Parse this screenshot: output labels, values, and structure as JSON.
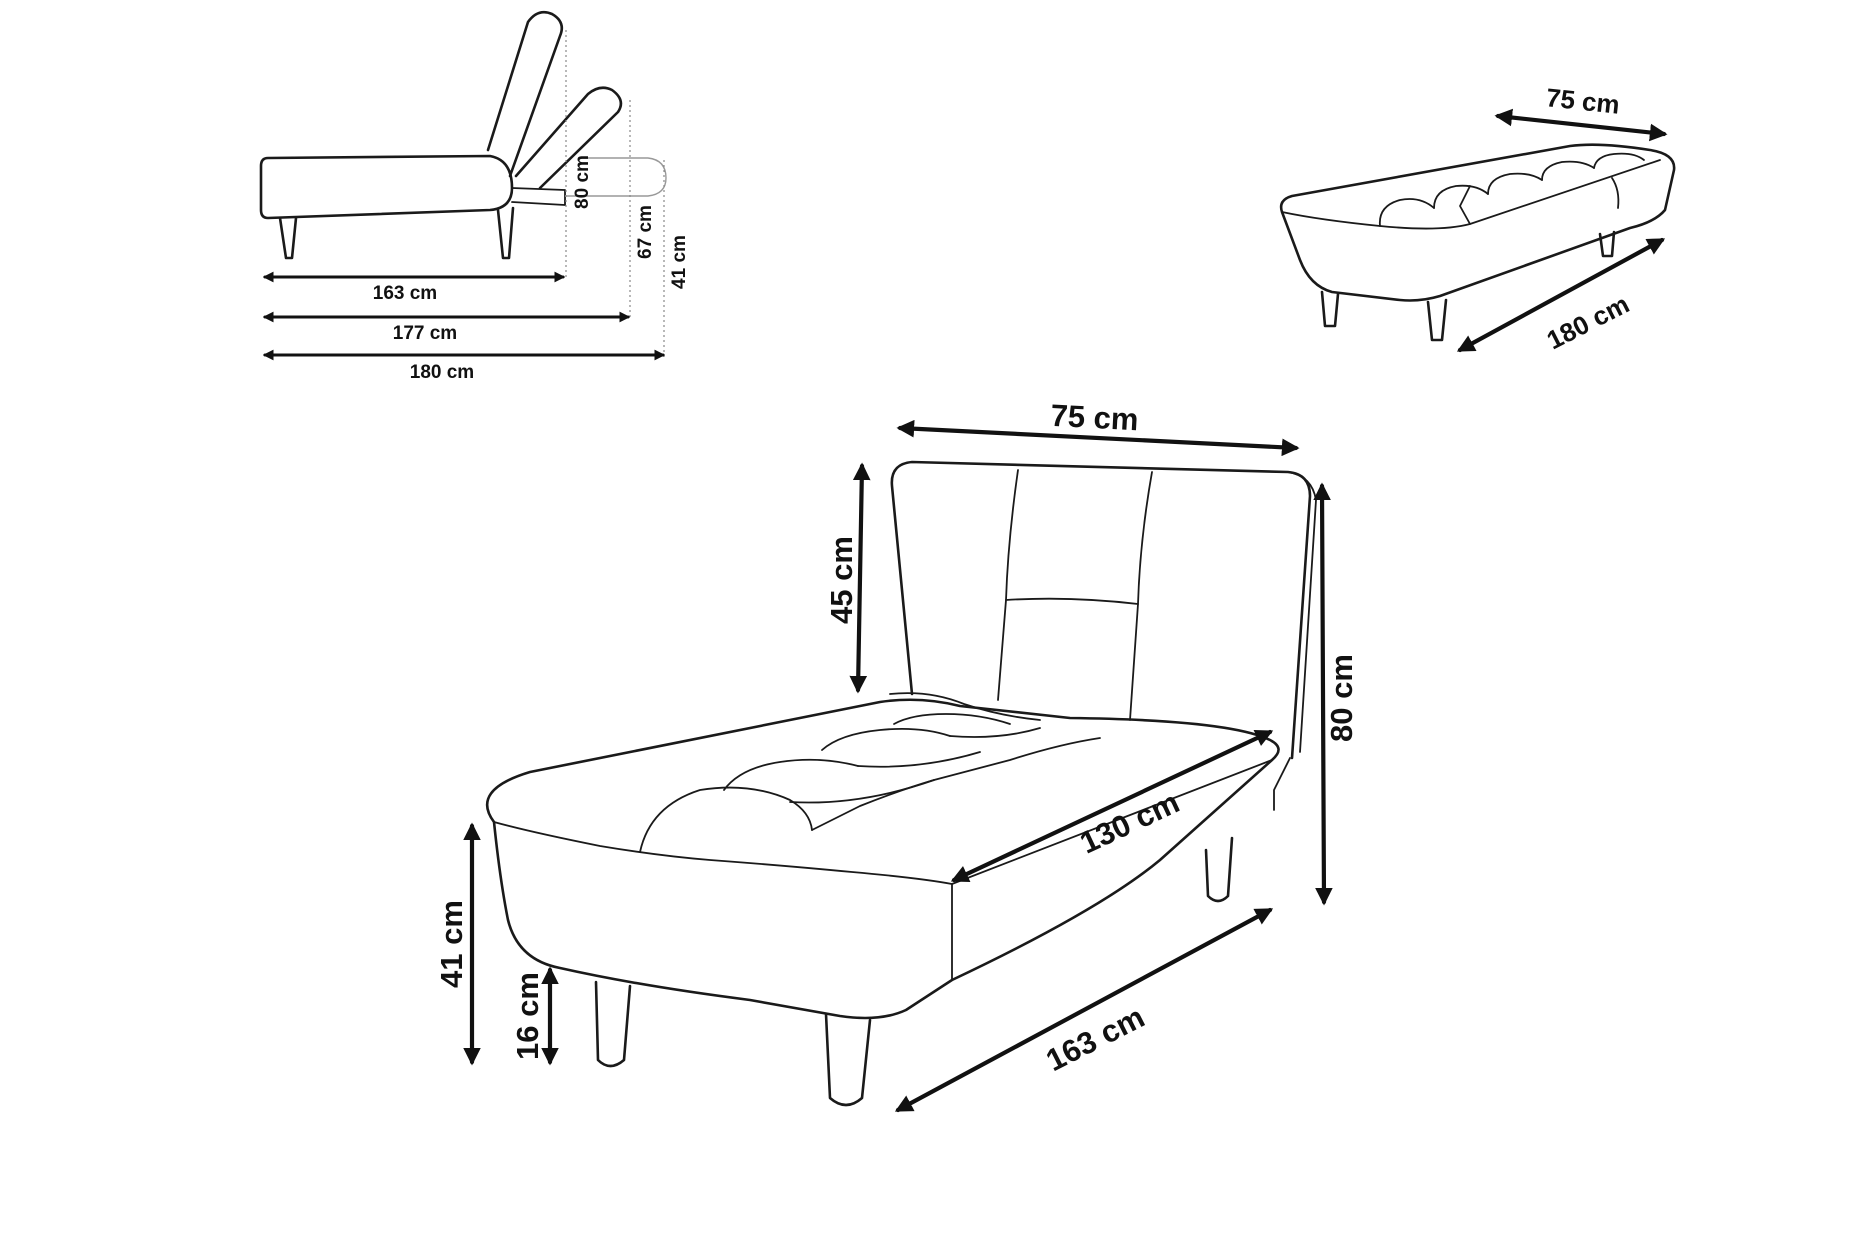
{
  "side_view": {
    "dim_163": "163 cm",
    "dim_177": "177 cm",
    "dim_180": "180 cm",
    "dim_80": "80 cm",
    "dim_67": "67 cm",
    "dim_41": "41 cm"
  },
  "bed_view": {
    "width": "75  cm",
    "length": "180 cm"
  },
  "chaise_view": {
    "width": "75 cm",
    "back_height": "45 cm",
    "total_height": "80 cm",
    "seat_depth": "130 cm",
    "length": "163 cm",
    "seat_height": "41 cm",
    "leg_height": "16 cm"
  },
  "colors": {
    "line": "#1a1a1a",
    "dimension": "#111111",
    "background": "#ffffff"
  }
}
